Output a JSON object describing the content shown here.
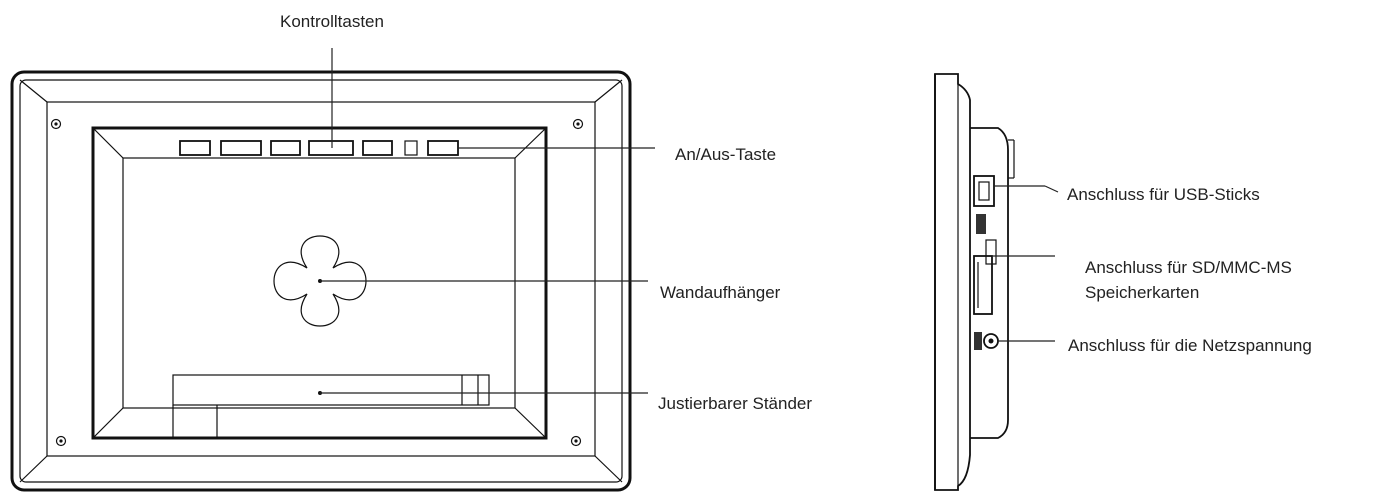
{
  "labels": {
    "control_buttons": "Kontrolltasten",
    "power_button": "An/Aus-Taste",
    "wall_mount": "Wandaufhänger",
    "stand": "Justierbarer Ständer",
    "usb_port": "Anschluss für USB-Sticks",
    "card_port_line1": "Anschluss für SD/MMC-MS",
    "card_port_line2": "Speicherkarten",
    "power_supply": "Anschluss für die Netzspannung"
  }
}
